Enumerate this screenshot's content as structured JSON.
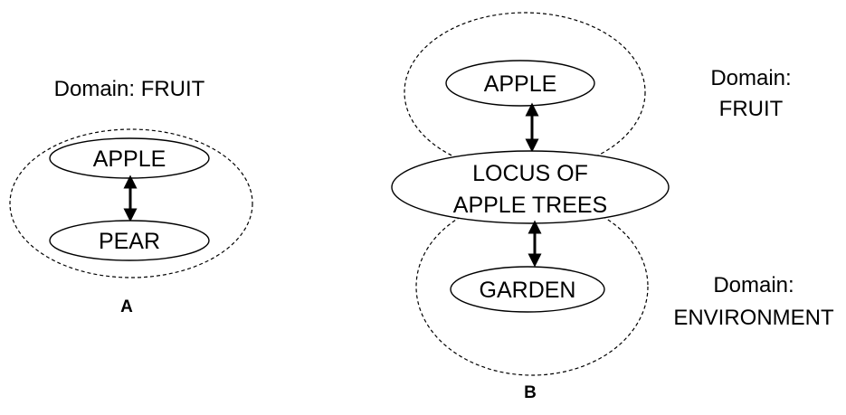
{
  "panel_a": {
    "domain_label": "Domain: FRUIT",
    "top_node": "APPLE",
    "bottom_node": "PEAR",
    "panel_label": "A"
  },
  "panel_b": {
    "top_node": "APPLE",
    "middle_node_line1": "LOCUS OF",
    "middle_node_line2": "APPLE TREES",
    "bottom_node": "GARDEN",
    "top_domain_line1": "Domain:",
    "top_domain_line2": "FRUIT",
    "bottom_domain_line1": "Domain:",
    "bottom_domain_line2": "ENVIRONMENT",
    "panel_label": "B"
  },
  "colors": {
    "stroke": "#000000",
    "background": "#ffffff"
  }
}
